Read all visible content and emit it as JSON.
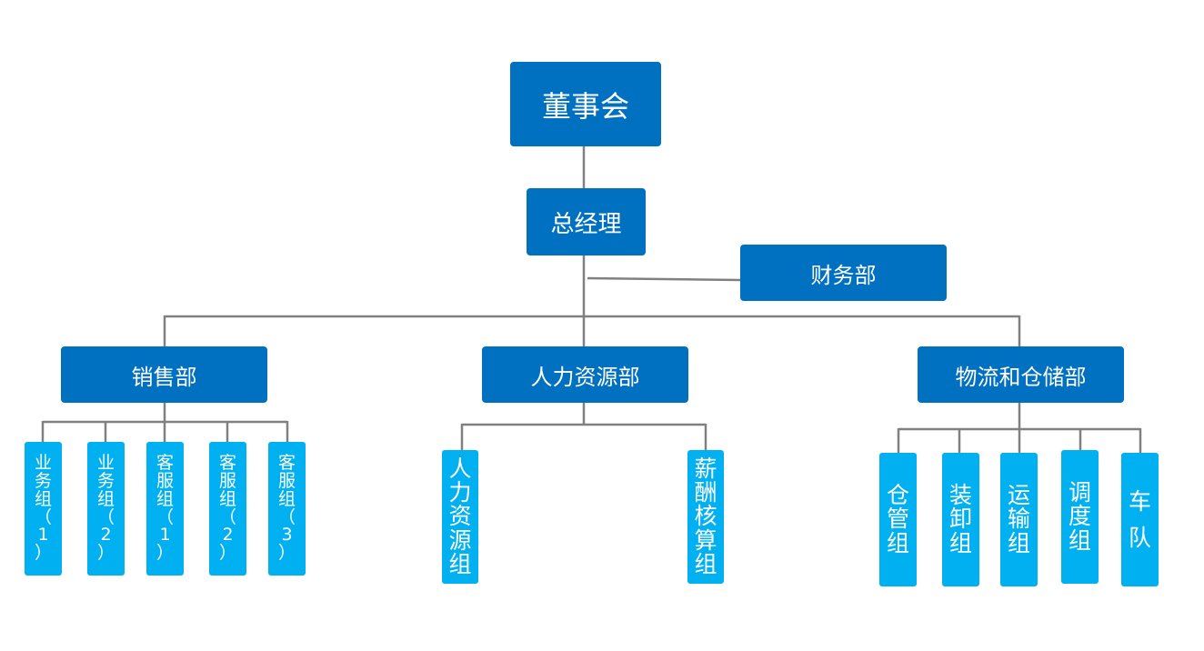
{
  "colors": {
    "primary": "#0070C0",
    "secondary": "#00B0F0",
    "connector": "#808080"
  },
  "board": "董事会",
  "gm": "总经理",
  "finance": "财务部",
  "departments": {
    "sales": {
      "label": "销售部",
      "groups": [
        {
          "chars": [
            "业",
            "务",
            "组",
            "（",
            "1",
            "）"
          ]
        },
        {
          "chars": [
            "业",
            "务",
            "组",
            "（",
            "2",
            "）"
          ]
        },
        {
          "chars": [
            "客",
            "服",
            "组",
            "（",
            "1",
            "）"
          ]
        },
        {
          "chars": [
            "客",
            "服",
            "组",
            "（",
            "2",
            "）"
          ]
        },
        {
          "chars": [
            "客",
            "服",
            "组",
            "（",
            "3",
            "）"
          ]
        }
      ]
    },
    "hr": {
      "label": "人力资源部",
      "groups": [
        {
          "chars": [
            "人",
            "力",
            "资",
            "源",
            "组"
          ]
        },
        {
          "chars": [
            "薪",
            "酬",
            "核",
            "算",
            "组"
          ]
        }
      ]
    },
    "logistics": {
      "label": "物流和仓储部",
      "groups": [
        {
          "chars": [
            "仓",
            "管",
            "组"
          ]
        },
        {
          "chars": [
            "装",
            "卸",
            "组"
          ]
        },
        {
          "chars": [
            "运",
            "输",
            "组"
          ]
        },
        {
          "chars": [
            "调",
            "度",
            "组"
          ]
        },
        {
          "chars": [
            "车",
            "队"
          ]
        }
      ]
    }
  }
}
